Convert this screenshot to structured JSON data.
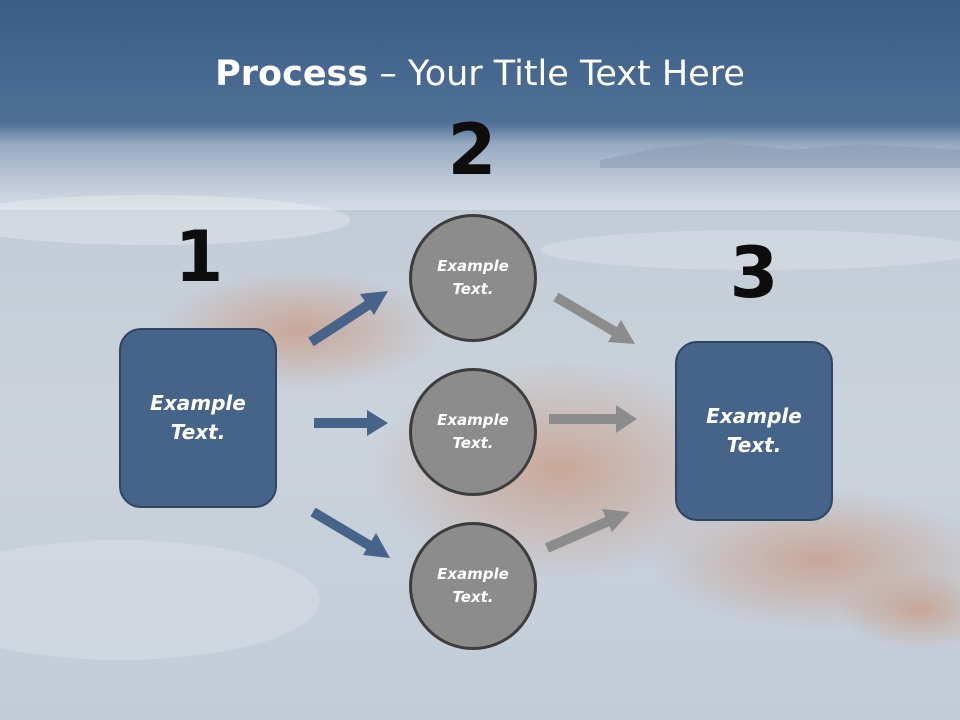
{
  "title": {
    "bold": "Process",
    "rest": " – Your Title Text Here"
  },
  "steps": {
    "one": "1",
    "two": "2",
    "three": "3"
  },
  "boxes": {
    "left": "Example\nText.",
    "right": "Example\nText."
  },
  "circles": [
    "Example\nText.",
    "Example\nText.",
    "Example\nText."
  ],
  "colors": {
    "box_fill": "#46638a",
    "circle_fill": "#8c8c8c",
    "blue_arrow": "#46638a",
    "gray_arrow": "#8c8c8c",
    "title_bar": "#3f6289"
  }
}
